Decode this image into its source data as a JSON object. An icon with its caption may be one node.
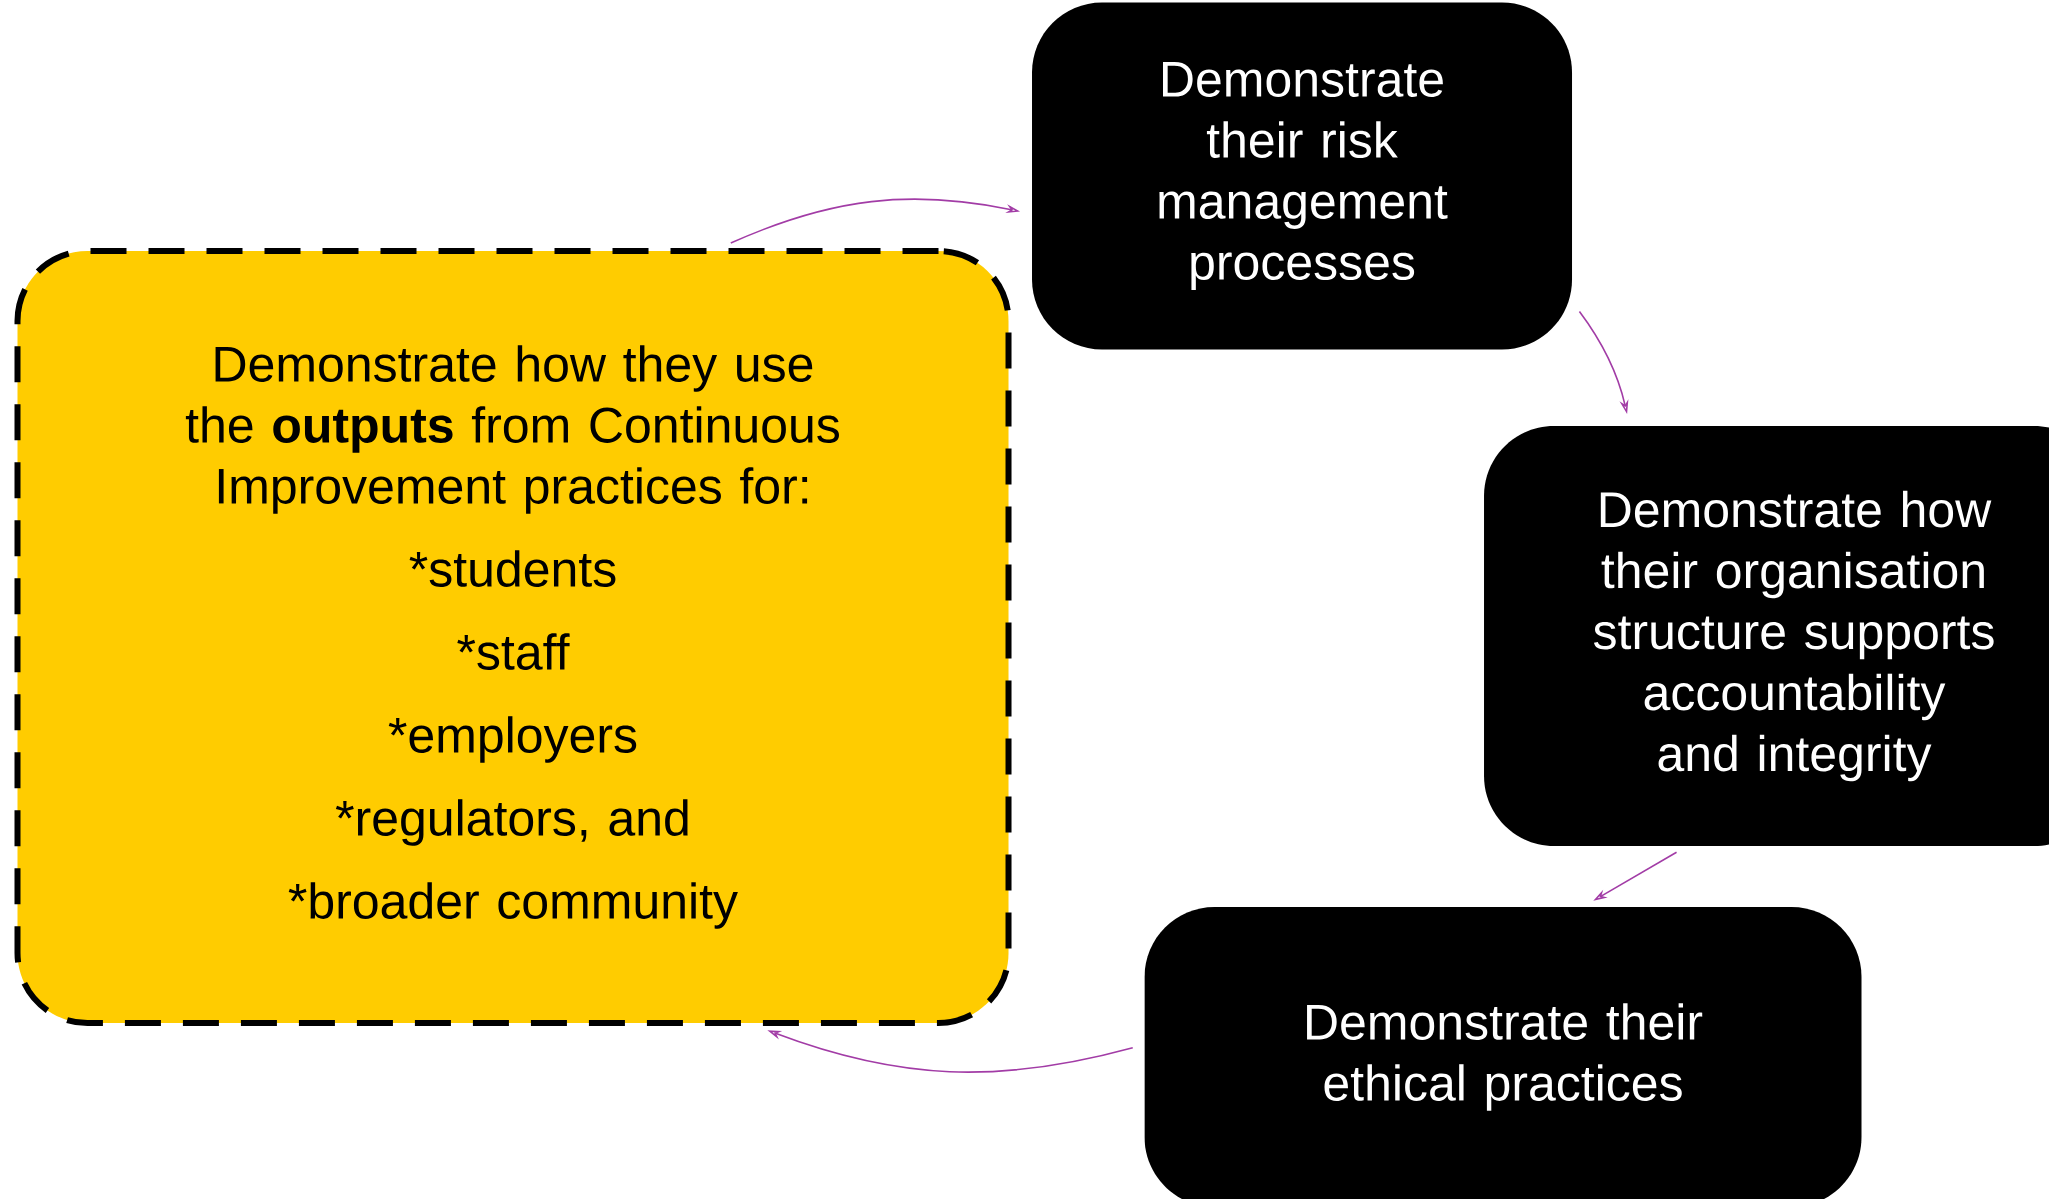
{
  "diagram": {
    "nodes": [
      {
        "text": [
          "Demonstrate how they use the **outputs** from Continuous Improvement practices for:",
          "*students",
          "*staff",
          "*employers",
          "*regulators, and",
          "*broader community"
        ]
      },
      {
        "text": [
          "Demonstrate their risk management processes"
        ]
      },
      {
        "text": [
          "Demonstrate how their organisation structure supports accountability and integrity"
        ]
      },
      {
        "text": [
          "Demonstrate their ethical practices"
        ]
      }
    ],
    "edges": [
      {
        "from": 0,
        "to": 1,
        "arrow": "to"
      },
      {
        "from": 1,
        "to": 2,
        "arrow": "to"
      },
      {
        "from": 2,
        "to": 3,
        "arrow": "to"
      },
      {
        "from": 3,
        "to": 0,
        "arrow": "to"
      }
    ]
  }
}
